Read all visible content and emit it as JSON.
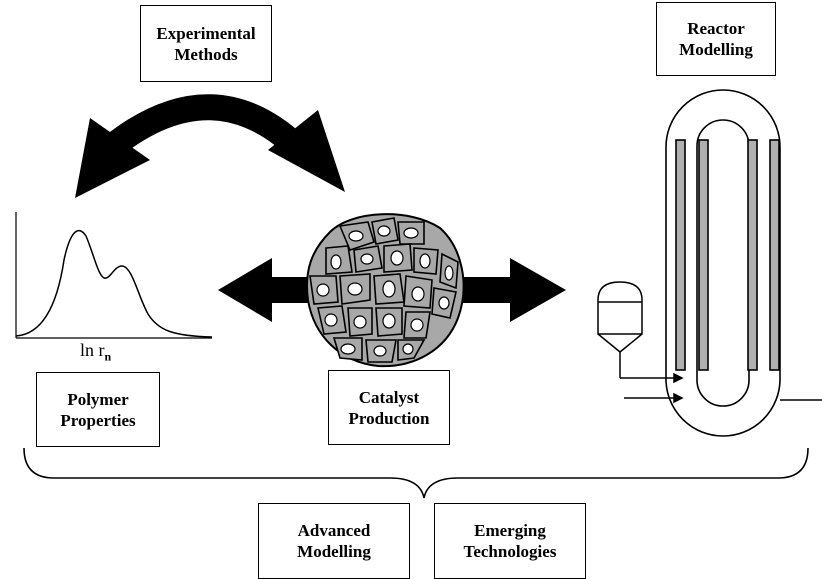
{
  "labels": {
    "experimental_methods": [
      "Experimental",
      "Methods"
    ],
    "reactor_modelling": [
      "Reactor",
      "Modelling"
    ],
    "polymer_properties": [
      "Polymer",
      "Properties"
    ],
    "catalyst_production": [
      "Catalyst",
      "Production"
    ],
    "advanced_modelling": [
      "Advanced",
      "Modelling"
    ],
    "emerging_technologies": [
      "Emerging",
      "Technologies"
    ]
  },
  "distribution_axis": {
    "main": "ln r",
    "subscript": "n"
  },
  "colors": {
    "stroke": "#000000",
    "catalyst_fill": "#a8a8a8",
    "tube_fill": "#b0b0b0",
    "background": "#ffffff"
  }
}
